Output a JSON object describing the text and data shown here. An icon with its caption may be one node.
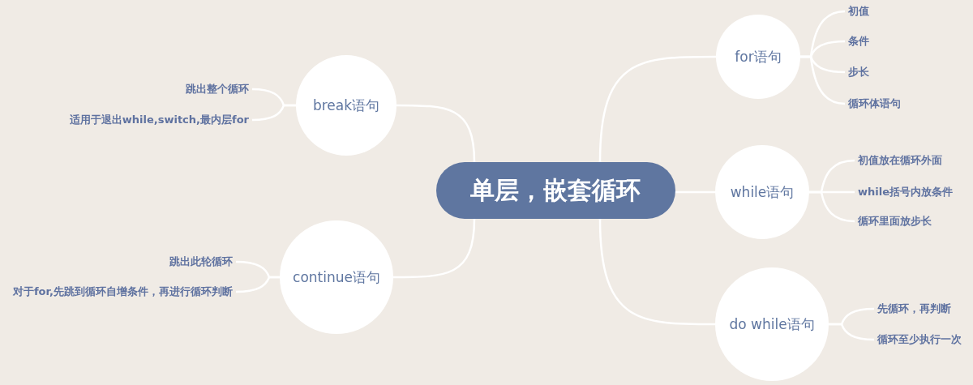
{
  "diagram": {
    "nodes": [
      {
        "text": [
          "单层，嵌套循环"
        ]
      },
      {
        "text": [
          "break语句"
        ]
      },
      {
        "text": [
          "跳出整个循环"
        ]
      },
      {
        "text": [
          "适用于退出while,switch,最内层for"
        ]
      },
      {
        "text": [
          "continue语句"
        ]
      },
      {
        "text": [
          "跳出此轮循环"
        ]
      },
      {
        "text": [
          "对于for,先跳到循环自增条件，再进行循环判断"
        ]
      },
      {
        "text": [
          "for语句"
        ]
      },
      {
        "text": [
          "初值"
        ]
      },
      {
        "text": [
          "条件"
        ]
      },
      {
        "text": [
          "步长"
        ]
      },
      {
        "text": [
          "循环体语句"
        ]
      },
      {
        "text": [
          "while语句"
        ]
      },
      {
        "text": [
          "初值放在循环外面"
        ]
      },
      {
        "text": [
          "while括号内放条件"
        ]
      },
      {
        "text": [
          "循环里面放步长"
        ]
      },
      {
        "text": [
          "do while语句"
        ]
      },
      {
        "text": [
          "先循环，再判断"
        ]
      },
      {
        "text": [
          "循环至少执行一次"
        ]
      }
    ],
    "edges": [
      {
        "from": 0,
        "to": 1,
        "arrow": "none"
      },
      {
        "from": 1,
        "to": 2,
        "arrow": "none"
      },
      {
        "from": 1,
        "to": 3,
        "arrow": "none"
      },
      {
        "from": 0,
        "to": 4,
        "arrow": "none"
      },
      {
        "from": 4,
        "to": 5,
        "arrow": "none"
      },
      {
        "from": 4,
        "to": 6,
        "arrow": "none"
      },
      {
        "from": 0,
        "to": 7,
        "arrow": "none"
      },
      {
        "from": 7,
        "to": 8,
        "arrow": "none"
      },
      {
        "from": 7,
        "to": 9,
        "arrow": "none"
      },
      {
        "from": 7,
        "to": 10,
        "arrow": "none"
      },
      {
        "from": 7,
        "to": 11,
        "arrow": "none"
      },
      {
        "from": 0,
        "to": 12,
        "arrow": "none"
      },
      {
        "from": 12,
        "to": 13,
        "arrow": "none"
      },
      {
        "from": 12,
        "to": 14,
        "arrow": "none"
      },
      {
        "from": 12,
        "to": 15,
        "arrow": "none"
      },
      {
        "from": 0,
        "to": 16,
        "arrow": "none"
      },
      {
        "from": 16,
        "to": 17,
        "arrow": "none"
      },
      {
        "from": 16,
        "to": 18,
        "arrow": "none"
      }
    ]
  }
}
